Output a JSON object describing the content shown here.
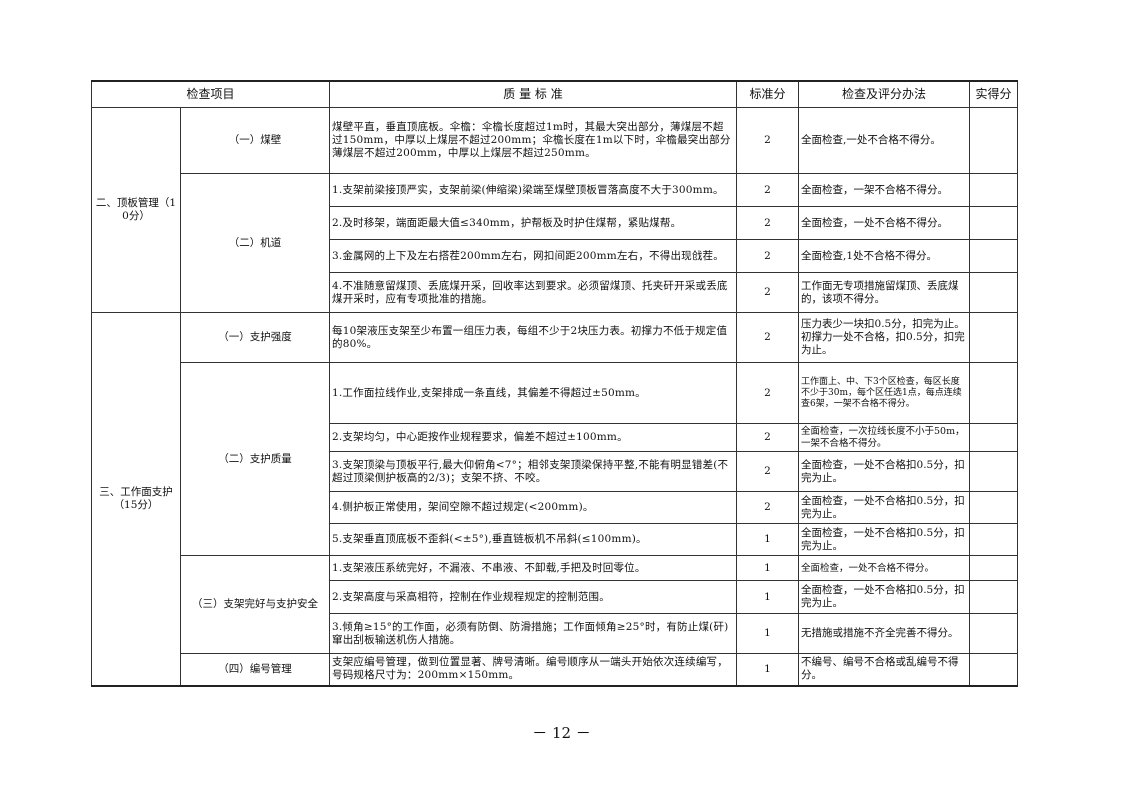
{
  "headers": {
    "item": "检查项目",
    "standard": "质 量 标 准",
    "score": "标准分",
    "method": "检查及评分办法",
    "actual": "实得分"
  },
  "section2": {
    "label": "二、顶板管理（10分）",
    "sub1": {
      "label": "（一）煤壁",
      "standard": "煤壁平直，垂直顶底板。伞檐：伞檐长度超过1m时，其最大突出部分，薄煤层不超过150mm，中厚以上煤层不超过200mm；伞檐长度在1m以下时，伞檐最突出部分薄煤层不超过200mm，中厚以上煤层不超过250mm。",
      "score": "2",
      "method": "全面检查,一处不合格不得分。"
    },
    "sub2": {
      "label": "（二）机道",
      "rows": [
        {
          "standard": "1.支架前梁接顶严实，支架前梁(伸缩梁)梁端至煤壁顶板冒落高度不大于300mm。",
          "score": "2",
          "method": "全面检查，一架不合格不得分。"
        },
        {
          "standard": "2.及时移架，端面距最大值≤340mm，护帮板及时护住煤帮，紧贴煤帮。",
          "score": "2",
          "method": "全面检查，一处不合格不得分。"
        },
        {
          "standard": "3.金属网的上下及左右搭茬200mm左右，网扣间距200mm左右，不得出现戗茬。",
          "score": "2",
          "method": "全面检查,1处不合格不得分。"
        },
        {
          "standard": "4.不准随意留煤顶、丢底煤开采，回收率达到要求。必须留煤顶、托夹矸开采或丢底煤开采时，应有专项批准的措施。",
          "score": "2",
          "method": "工作面无专项措施留煤顶、丢底煤的，该项不得分。"
        }
      ]
    }
  },
  "section3": {
    "label": "三、工作面支护（15分）",
    "sub1": {
      "label": "（一）支护强度",
      "standard": "每10架液压支架至少布置一组压力表，每组不少于2块压力表。初撑力不低于规定值的80%。",
      "score": "2",
      "method": "压力表少一块扣0.5分，扣完为止。初撑力一处不合格，扣0.5分，扣完为止。"
    },
    "sub2": {
      "label": "（二）支护质量",
      "rows": [
        {
          "standard": "1.工作面拉线作业,支架排成一条直线，其偏差不得超过±50mm。",
          "score": "2",
          "method": "工作面上、中、下3个区检查，每区长度不少于30m，每个区任选1点，每点连续查6架，一架不合格不得分。"
        },
        {
          "standard": "2.支架均匀，中心距按作业规程要求，偏差不超过±100mm。",
          "score": "2",
          "method": "全面检查，一次拉线长度不小于50m，一架不合格不得分。"
        },
        {
          "standard": "3.支架顶梁与顶板平行,最大仰俯角<7°；相邻支架顶梁保持平整,不能有明显错差(不超过顶梁侧护板高的2/3)；支架不挤、不咬。",
          "score": "2",
          "method": "全面检查，一处不合格扣0.5分，扣完为止。"
        },
        {
          "standard": "4.侧护板正常使用，架间空隙不超过规定(<200mm)。",
          "score": "2",
          "method": "全面检查，一处不合格扣0.5分，扣完为止。"
        },
        {
          "standard": "5.支架垂直顶底板不歪斜(<±5°),垂直链板机不吊斜(≤100mm)。",
          "score": "1",
          "method": "全面检查，一处不合格扣0.5分，扣完为止。"
        }
      ]
    },
    "sub3": {
      "label": "（三）支架完好与支护安全",
      "rows": [
        {
          "standard": "1.支架液压系统完好，不漏液、不串液、不卸载,手把及时回零位。",
          "score": "1",
          "method": "全面检查，一处不合格不得分。"
        },
        {
          "standard": "2.支架高度与采高相符，控制在作业规程规定的控制范围。",
          "score": "1",
          "method": "全面检查，一处不合格扣0.5分，扣完为止。"
        },
        {
          "standard": "3.倾角≥15°的工作面，必须有防倒、防滑措施；工作面倾角≥25°时，有防止煤(矸)窜出刮板输送机伤人措施。",
          "score": "1",
          "method": "无措施或措施不齐全完善不得分。"
        }
      ]
    },
    "sub4": {
      "label": "（四）编号管理",
      "standard": "支架应编号管理，做到位置显著、牌号清晰。编号顺序从一端头开始依次连续编写，号码规格尺寸为：200mm×150mm。",
      "score": "1",
      "method": "不编号、编号不合格或乱编号不得分。"
    }
  },
  "footer": {
    "page_number": "－ 12 －"
  }
}
